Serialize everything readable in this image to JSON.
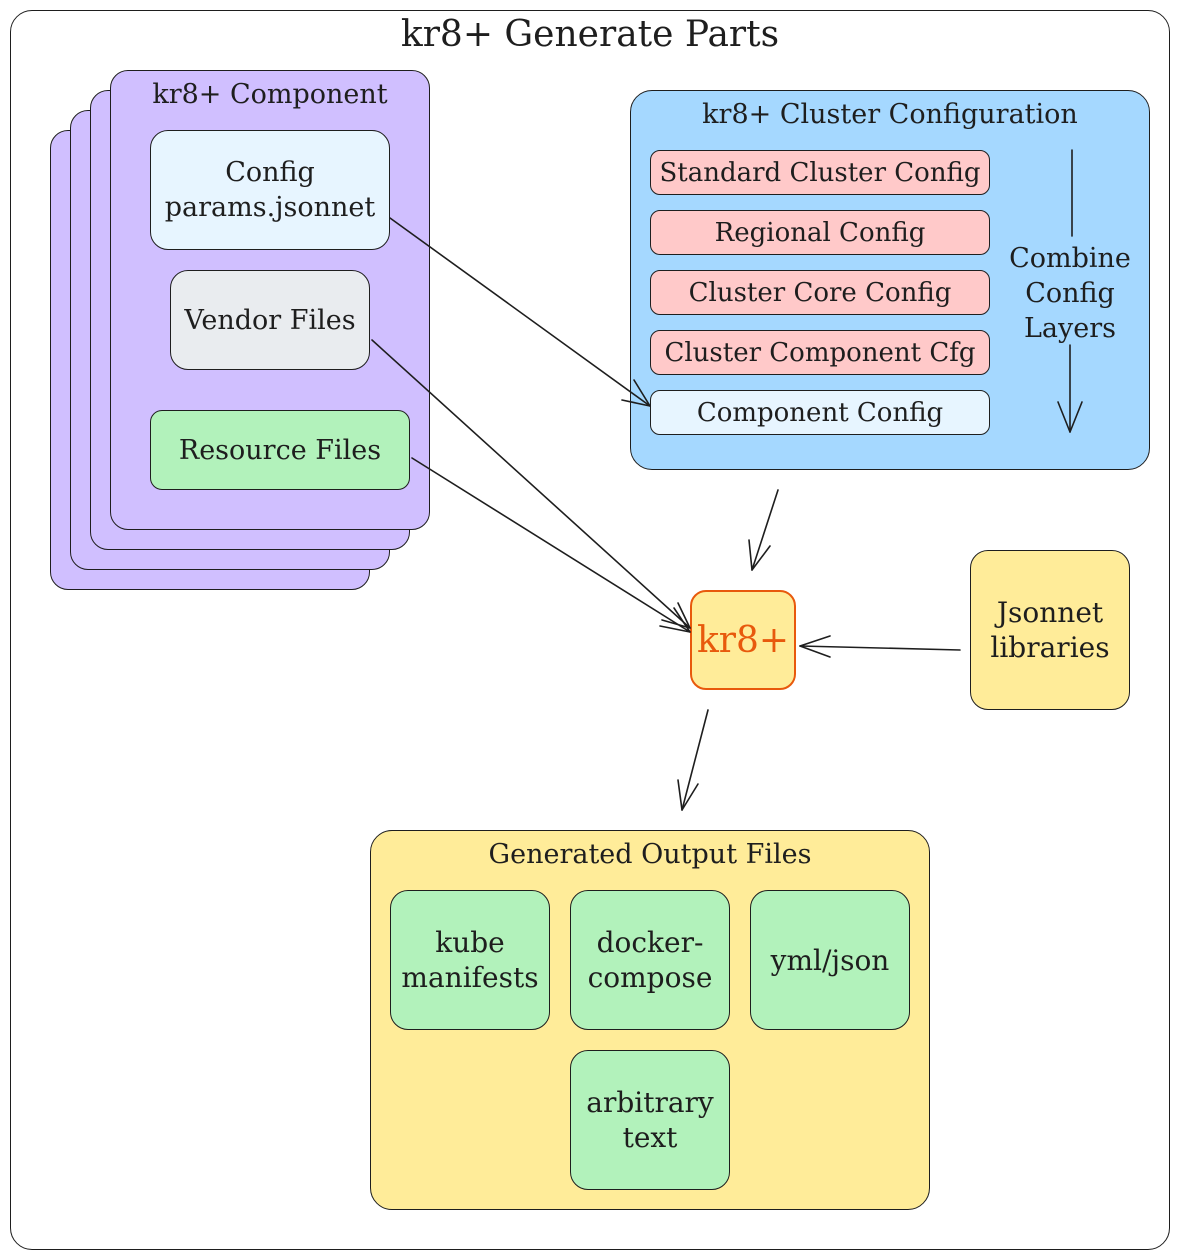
{
  "diagram": {
    "title": "kr8+ Generate Parts",
    "component": {
      "title": "kr8+ Component",
      "config": {
        "line1": "Config",
        "line2": "params.jsonnet"
      },
      "vendor": "Vendor Files",
      "resource": "Resource Files"
    },
    "cluster": {
      "title": "kr8+ Cluster Configuration",
      "layers": [
        "Standard Cluster Config",
        "Regional Config",
        "Cluster Core Config",
        "Cluster Component Cfg",
        "Component Config"
      ],
      "combine": {
        "line1": "Combine",
        "line2": "Config",
        "line3": "Layers"
      }
    },
    "engine": "kr8+",
    "jsonnet": {
      "line1": "Jsonnet",
      "line2": "libraries"
    },
    "output": {
      "title": "Generated Output Files",
      "items": [
        {
          "line1": "kube",
          "line2": "manifests"
        },
        {
          "line1": "docker-",
          "line2": "compose"
        },
        {
          "line1": "yml/json"
        },
        {
          "line1": "arbitrary",
          "line2": "text"
        }
      ]
    }
  },
  "colors": {
    "component_bg": "#d0bfff",
    "cluster_bg": "#a5d8ff",
    "layer_bg": "#ffc9c9",
    "config_bg": "#e7f5ff",
    "vendor_bg": "#e9ecef",
    "file_bg": "#b2f2bb",
    "output_bg": "#ffec99",
    "engine_bg": "#ffec99",
    "engine_accent": "#e8590c",
    "stroke": "#1e1e1e"
  }
}
